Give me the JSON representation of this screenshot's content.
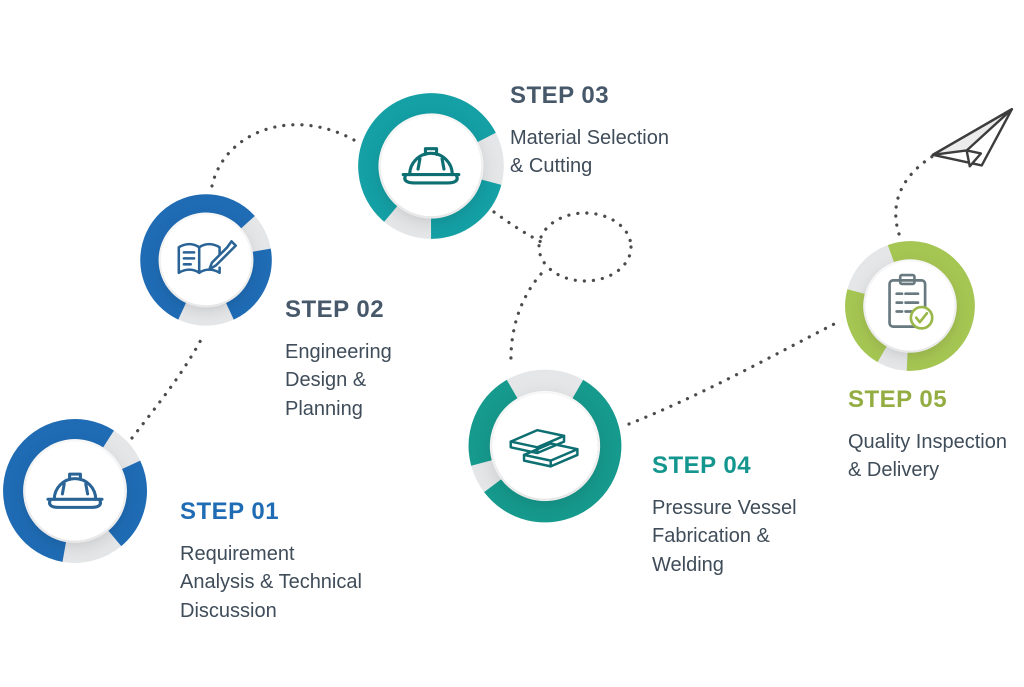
{
  "diagram": {
    "text_color": "#3f4c59",
    "connector_color": "#4b4b4b",
    "steps": [
      {
        "label": "STEP 01",
        "title": "Requirement\nAnalysis & Technical\nDiscussion",
        "ring_color": "#1f6cb5",
        "label_color": "#1f6cb5",
        "icon": "hard-hat-icon"
      },
      {
        "label": "STEP 02",
        "title": "Engineering\nDesign &\nPlanning",
        "ring_color": "#1f6cb5",
        "label_color": "#47586a",
        "icon": "blueprint-pencil-icon"
      },
      {
        "label": "STEP 03",
        "title": "Material Selection\n& Cutting",
        "ring_color": "#14a0a5",
        "label_color": "#47586a",
        "icon": "hard-hat-icon"
      },
      {
        "label": "STEP 04",
        "title": "Pressure Vessel\nFabrication &\nWelding",
        "ring_color": "#169a8d",
        "label_color": "#14968f",
        "icon": "steel-beams-icon"
      },
      {
        "label": "STEP 05",
        "title": "Quality Inspection\n& Delivery",
        "ring_color": "#a6c653",
        "label_color": "#93ad43",
        "icon": "quality-checklist-icon"
      }
    ]
  }
}
